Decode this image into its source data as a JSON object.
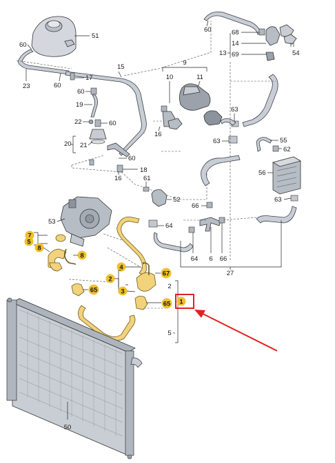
{
  "colors": {
    "highlight": "#f0c02a",
    "callout": "#e02020",
    "hose": "#c9ced6",
    "highlight_hose": "#f2d27a"
  },
  "labels": {
    "p51": "51",
    "p60a": "60",
    "p23": "23",
    "p60b": "60",
    "p17": "17",
    "p15": "15",
    "p60c": "60",
    "p19": "19",
    "p22": "22",
    "p60d": "60",
    "p20": "20",
    "p21": "21",
    "p60e": "60",
    "p18": "18",
    "p16a": "16",
    "p61": "61",
    "p52": "52",
    "p53": "53",
    "p9": "9",
    "p10": "10",
    "p11": "11",
    "p16b": "16",
    "p63a": "63",
    "p63b": "63",
    "p55": "55",
    "p62": "62",
    "p56": "56",
    "p63c": "63",
    "p60f": "60",
    "p68": "68",
    "p14": "14",
    "p13": "13",
    "p69": "69",
    "p54": "54",
    "p64a": "64",
    "p66a": "66",
    "p64b": "64",
    "p6": "6",
    "p66b": "66",
    "p27": "27",
    "p2right": "2",
    "p5right": "5",
    "p50": "50"
  },
  "badges": {
    "b7": "7",
    "b5": "5",
    "b8a": "8",
    "b8b": "8",
    "b4": "4",
    "b2": "2",
    "b67": "67",
    "b3": "3",
    "b65a": "65",
    "b65b": "65",
    "b1": "1"
  }
}
